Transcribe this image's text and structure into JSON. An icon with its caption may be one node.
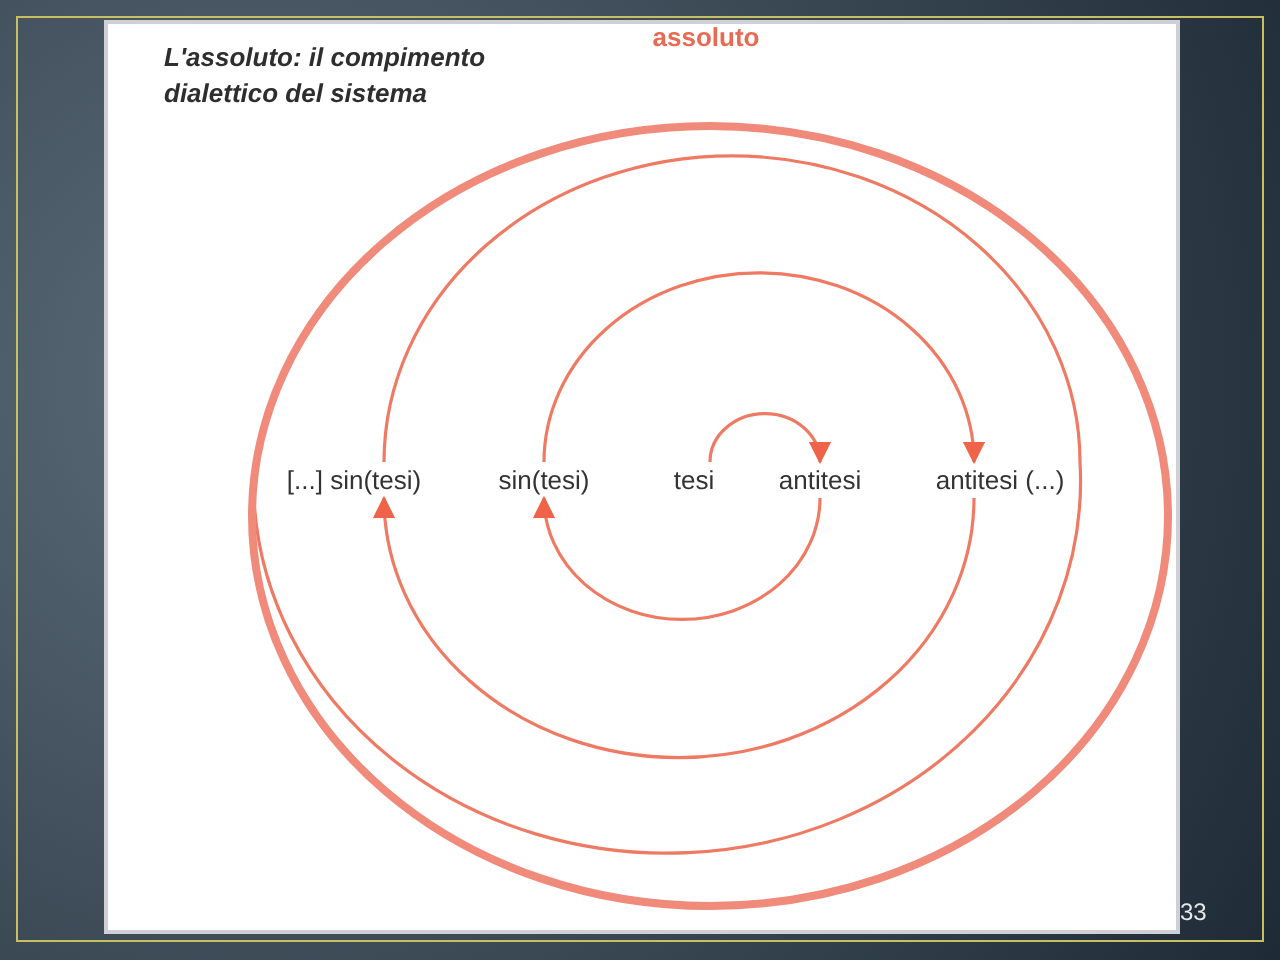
{
  "diagram": {
    "title": "L'assoluto: il compimento dialettico del sistema",
    "nodes": [
      {
        "text": [
          "assoluto"
        ]
      },
      {
        "text": [
          "tesi"
        ],
        "in": 0
      },
      {
        "text": [
          "antitesi"
        ],
        "in": 0
      },
      {
        "text": [
          "sin(tesi)"
        ],
        "in": 0
      },
      {
        "text": [
          "antitesi (...)"
        ],
        "in": 0
      },
      {
        "text": [
          "[...] sin(tesi)"
        ],
        "in": 0
      }
    ],
    "edges": [
      {
        "from": 1,
        "to": 2,
        "arrow": "to"
      },
      {
        "from": 2,
        "to": 3,
        "arrow": "to"
      },
      {
        "from": 3,
        "to": 4,
        "arrow": "to"
      },
      {
        "from": 4,
        "to": 5,
        "arrow": "to"
      },
      {
        "from": 5,
        "to": 0,
        "arrow": "none"
      }
    ],
    "labels": [
      "33"
    ]
  }
}
